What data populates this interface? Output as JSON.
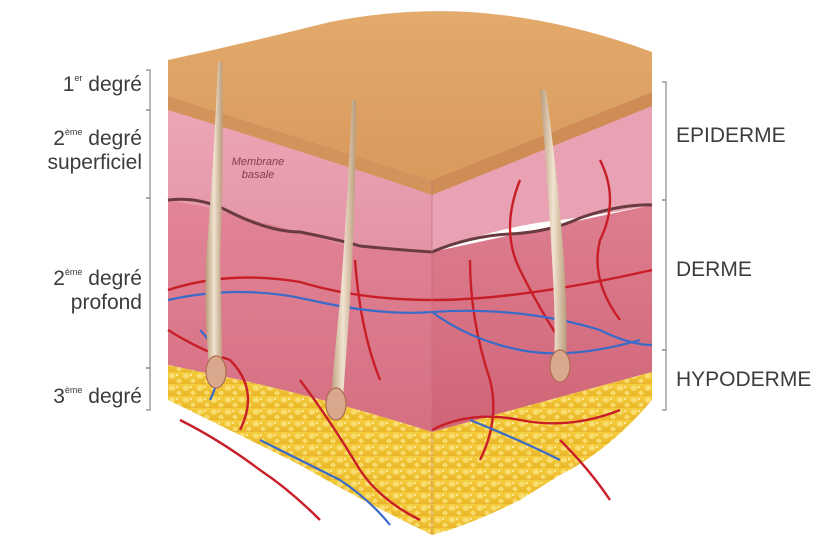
{
  "labels_left": [
    {
      "base": "1",
      "sup": "er",
      "text": "degré"
    },
    {
      "base": "2",
      "sup": "ème",
      "text": "degré",
      "line2": "superficiel"
    },
    {
      "base": "2",
      "sup": "ème",
      "text": "degré",
      "line2": "profond"
    },
    {
      "base": "3",
      "sup": "ème",
      "text": "degré"
    }
  ],
  "labels_right": {
    "epiderme": "EPIDERME",
    "derme": "DERME",
    "hypoderme": "HYPODERME"
  },
  "inner_label": {
    "line1": "Membrane",
    "line2": "basale"
  },
  "colors": {
    "surface": "#e0a86a",
    "epidermis": "#ea9fb1",
    "dermis": "#dc7a8c",
    "hypodermis": "#f2c733",
    "vessel_red": "#c81e28",
    "vessel_blue": "#3a6bc8",
    "bracket": "#9a9a9a"
  }
}
